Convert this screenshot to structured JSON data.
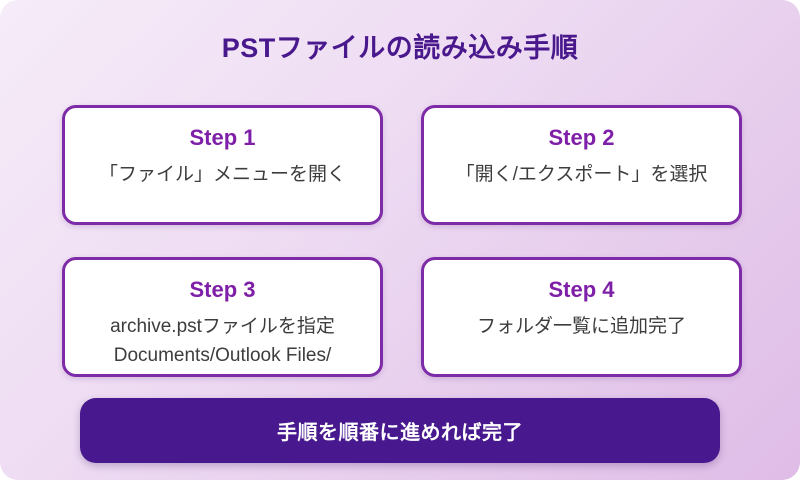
{
  "page": {
    "title": "PSTファイルの読み込み手順",
    "footer": "手順を順番に進めれば完了"
  },
  "steps": [
    {
      "label": "Step 1",
      "lines": [
        "「ファイル」メニューを開く"
      ]
    },
    {
      "label": "Step 2",
      "lines": [
        "「開く/エクスポート」を選択"
      ]
    },
    {
      "label": "Step 3",
      "lines": [
        "archive.pstファイルを指定",
        "Documents/Outlook Files/"
      ]
    },
    {
      "label": "Step 4",
      "lines": [
        "フォルダ一覧に追加完了"
      ]
    }
  ],
  "colors": {
    "title_text": "#48188c",
    "card_border": "#7d2ba6",
    "step_label": "#7e1fa8",
    "body_text": "#3d3d3d",
    "banner_background": "#47188e",
    "banner_text": "#ffffff",
    "background_gradient_start": "#f6ecf8",
    "background_gradient_end": "#dfbce7"
  }
}
